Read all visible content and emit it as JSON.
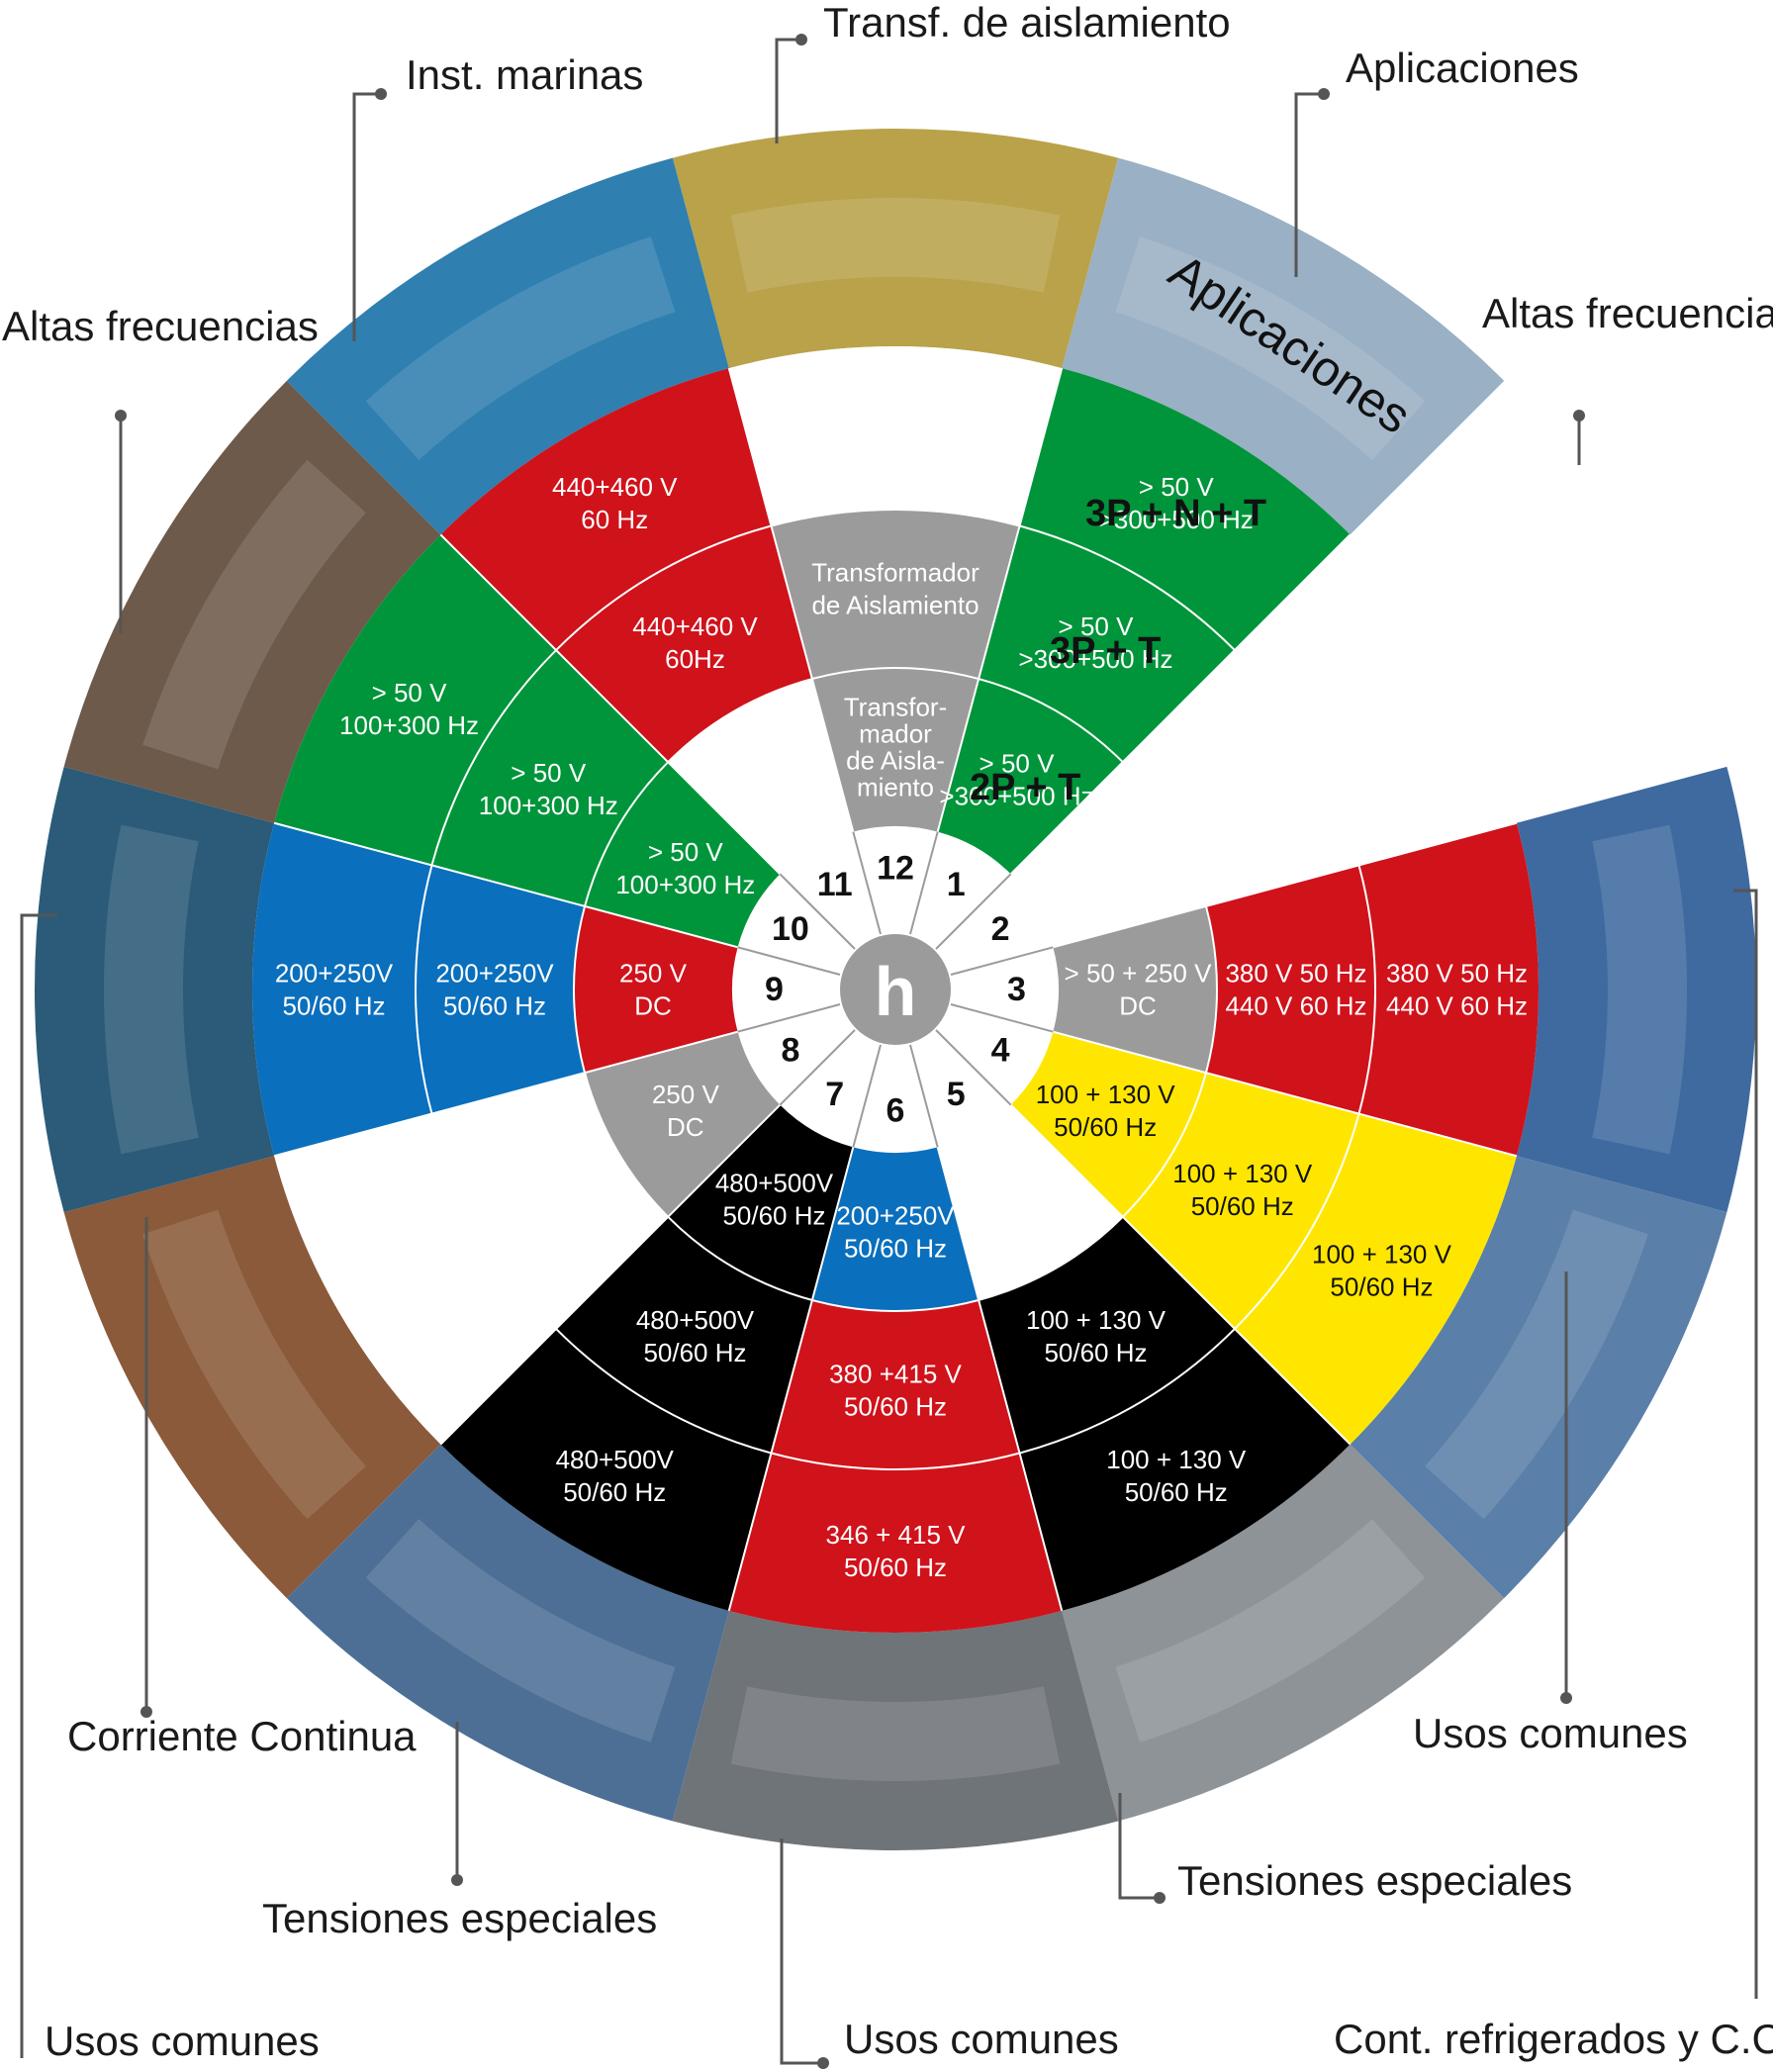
{
  "callouts": {
    "transf": "Transf. de aislamiento",
    "inst_marinas": "Inst. marinas",
    "aplicaciones": "Aplicaciones",
    "altas_left": "Altas frecuencias",
    "altas_right": "Altas frecuencias",
    "corriente_continua": "Corriente Continua",
    "tensiones_left": "Tensiones especiales",
    "tensiones_right": "Tensiones especiales",
    "usos_right": "Usos comunes",
    "usos_left_bottom": "Usos comunes",
    "usos_bottom": "Usos comunes",
    "cont_refrigerados": "Cont. refrigerados y C.C."
  },
  "diagram": {
    "center_letter": "h",
    "arc_title": "Aplicaciones",
    "ring_labels": {
      "outer": "3P + N + T",
      "middle": "3P + T",
      "inner": "2P + T"
    },
    "hours": [
      "12",
      "1",
      "2",
      "3",
      "4",
      "5",
      "6",
      "7",
      "8",
      "9",
      "10",
      "11"
    ],
    "colors": {
      "red": "#d0121b",
      "green": "#00953b",
      "blue": "#0a6fbd",
      "gray": "#9b9b9b",
      "yellow": "#ffe600",
      "black": "#000000",
      "white": "#ffffff"
    },
    "sectors": [
      {
        "hour": "12",
        "inner": {
          "color": "gray",
          "lines": [
            "Transfor-",
            "mador",
            "de Aisla-",
            "miento"
          ]
        },
        "middle": {
          "color": "gray",
          "lines": [
            "Transformador",
            "de Aislamiento"
          ]
        },
        "outer": {
          "color": "white",
          "lines": []
        },
        "photo": {
          "name": "isolation-transformer-photo",
          "color": "#b9a24a"
        }
      },
      {
        "hour": "1",
        "inner": {
          "color": "green",
          "lines": [
            "> 50 V",
            ">300+500 Hz"
          ]
        },
        "middle": {
          "color": "green",
          "lines": [
            "> 50 V",
            ">300+500 Hz"
          ]
        },
        "outer": {
          "color": "green",
          "lines": [
            "> 50 V",
            ">300+500 Hz"
          ]
        },
        "photo": {
          "name": "grinder-high-frequency-photo",
          "color": "#9ab0c4"
        }
      },
      {
        "hour": "3",
        "inner": {
          "color": "gray",
          "lines": [
            "> 50 + 250 V",
            "DC"
          ]
        },
        "middle": {
          "color": "red",
          "lines": [
            "380 V 50 Hz",
            "440 V 60 Hz"
          ]
        },
        "outer": {
          "color": "red",
          "lines": [
            "380 V 50 Hz",
            "440 V 60 Hz"
          ]
        },
        "photo": {
          "name": "refrigerated-container-photo",
          "color": "#3f6aa0"
        }
      },
      {
        "hour": "4",
        "inner": {
          "color": "yellow",
          "lines": [
            "100 + 130 V",
            "50/60 Hz"
          ]
        },
        "middle": {
          "color": "yellow",
          "lines": [
            "100 + 130 V",
            "50/60 Hz"
          ]
        },
        "outer": {
          "color": "yellow",
          "lines": [
            "100 + 130 V",
            "50/60 Hz"
          ]
        },
        "photo": {
          "name": "shopping-mall-photo",
          "color": "#5a7fa8"
        }
      },
      {
        "hour": "5",
        "inner": {
          "color": "white",
          "lines": []
        },
        "middle": {
          "color": "black",
          "lines": [
            "100 + 130 V",
            "50/60 Hz"
          ]
        },
        "outer": {
          "color": "black",
          "lines": [
            "100 + 130 V",
            "50/60 Hz"
          ]
        },
        "photo": {
          "name": "conveyor-belt-photo",
          "color": "#8e9398"
        }
      },
      {
        "hour": "6",
        "inner": {
          "color": "blue",
          "lines": [
            "200+250V",
            "50/60 Hz"
          ]
        },
        "middle": {
          "color": "red",
          "lines": [
            "380 +415 V",
            "50/60 Hz"
          ]
        },
        "outer": {
          "color": "red",
          "lines": [
            "346 + 415 V",
            "50/60 Hz"
          ]
        },
        "photo": {
          "name": "construction-site-photo",
          "color": "#6f7478"
        }
      },
      {
        "hour": "7",
        "inner": {
          "color": "black",
          "lines": [
            "480+500V",
            "50/60 Hz"
          ]
        },
        "middle": {
          "color": "black",
          "lines": [
            "480+500V",
            "50/60 Hz"
          ]
        },
        "outer": {
          "color": "black",
          "lines": [
            "480+500V",
            "50/60 Hz"
          ]
        },
        "photo": {
          "name": "industrial-fan-photo",
          "color": "#4d6f95"
        }
      },
      {
        "hour": "8",
        "inner": {
          "color": "gray",
          "lines": [
            "250 V",
            "DC"
          ]
        },
        "middle": {
          "color": "white",
          "lines": []
        },
        "outer": {
          "color": "white",
          "lines": []
        },
        "photo": {
          "name": "welder-sparks-photo",
          "color": "#8a5a3a"
        }
      },
      {
        "hour": "9",
        "inner": {
          "color": "red",
          "lines": [
            "250 V",
            "DC"
          ]
        },
        "middle": {
          "color": "blue",
          "lines": [
            "200+250V",
            "50/60 Hz"
          ]
        },
        "outer": {
          "color": "blue",
          "lines": [
            "200+250V",
            "50/60 Hz"
          ]
        },
        "photo": {
          "name": "refinery-night-photo",
          "color": "#2b5b78"
        }
      },
      {
        "hour": "10",
        "inner": {
          "color": "green",
          "lines": [
            "> 50 V",
            "100+300 Hz"
          ]
        },
        "middle": {
          "color": "green",
          "lines": [
            "> 50 V",
            "100+300 Hz"
          ]
        },
        "outer": {
          "color": "green",
          "lines": [
            "> 50 V",
            "100+300 Hz"
          ]
        },
        "photo": {
          "name": "angle-grinder-photo",
          "color": "#6e5a4a"
        }
      },
      {
        "hour": "11",
        "inner": {
          "color": "white",
          "lines": []
        },
        "middle": {
          "color": "red",
          "lines": [
            "440+460 V",
            "60Hz"
          ]
        },
        "outer": {
          "color": "red",
          "lines": [
            "440+460 V",
            "60 Hz"
          ]
        },
        "photo": {
          "name": "ship-marine-photo",
          "color": "#2f7fb0"
        }
      }
    ]
  }
}
